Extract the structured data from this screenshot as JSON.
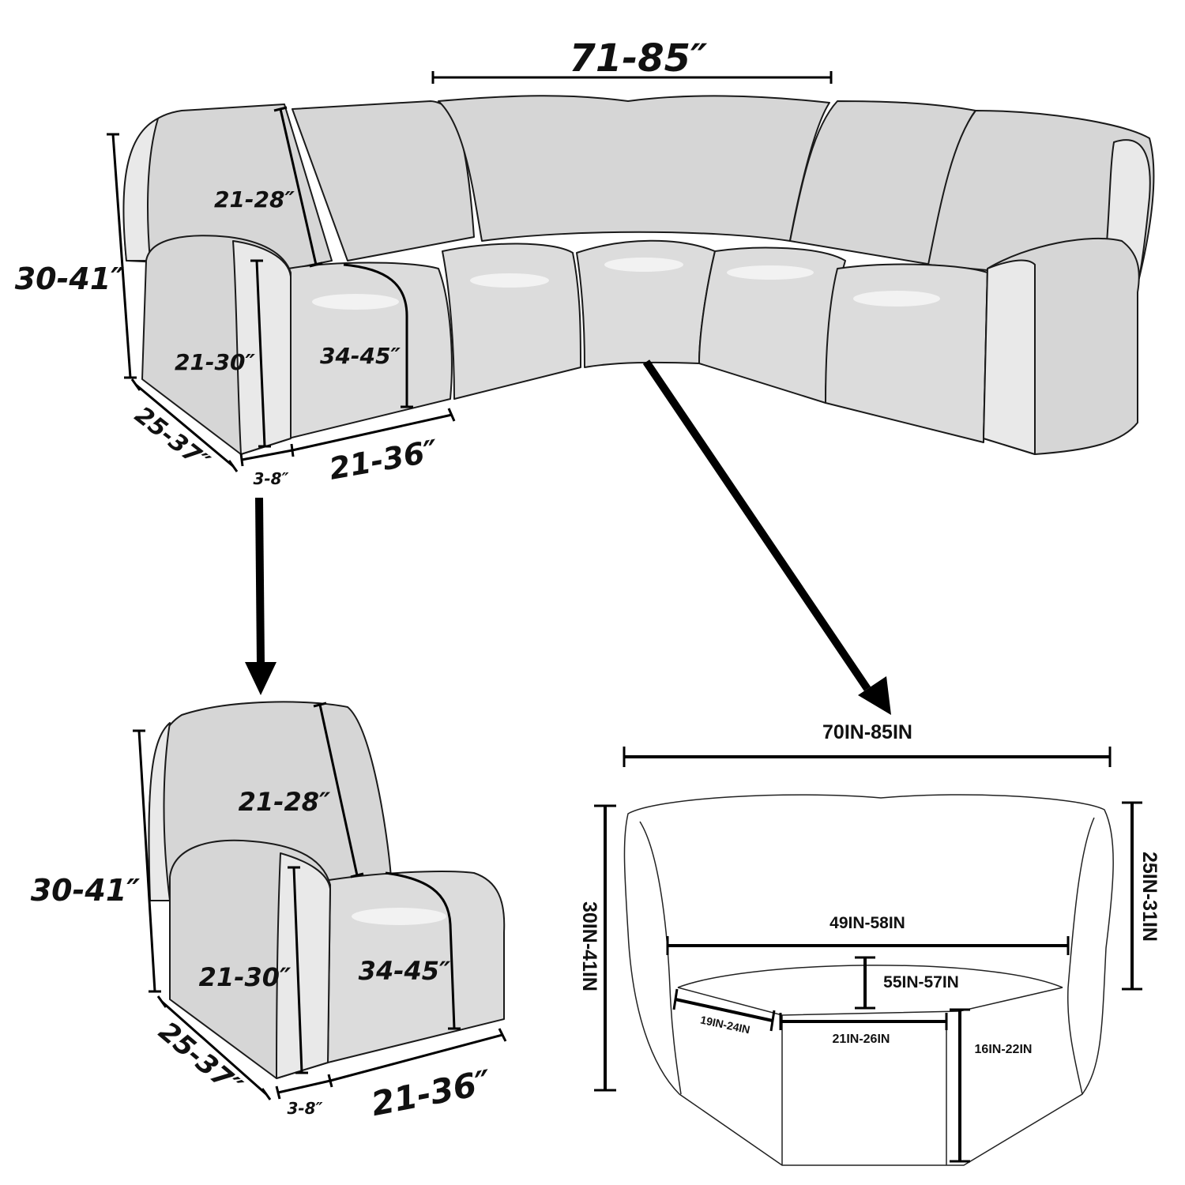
{
  "sectional": {
    "labels": {
      "overall_width": "71-85″",
      "back_height": "30-41″",
      "backrest": "21-28″",
      "arm_height": "21-30″",
      "seat_depth": "34-45″",
      "depth": "25-37″",
      "arm_width": "3-8″",
      "seat_width": "21-36″"
    }
  },
  "recliner": {
    "labels": {
      "backrest": "21-28″",
      "back_height": "30-41″",
      "arm_height": "21-30″",
      "seat_depth": "34-45″",
      "depth": "25-37″",
      "arm_width": "3-8″",
      "seat_width": "21-36″"
    }
  },
  "corner": {
    "labels": {
      "overall_width": "70IN-85IN",
      "inner_width": "49IN-58IN",
      "seat_depth": "55IN-57IN",
      "side_seat": "19IN-24IN",
      "front_width": "21IN-26IN",
      "front_height": "16IN-22IN",
      "total_height": "30IN-41IN",
      "back_height": "25IN-31IN"
    }
  },
  "colors": {
    "fabric": "#d6d6d6",
    "fabric_light": "#e9e9e9",
    "line": "#000000"
  }
}
